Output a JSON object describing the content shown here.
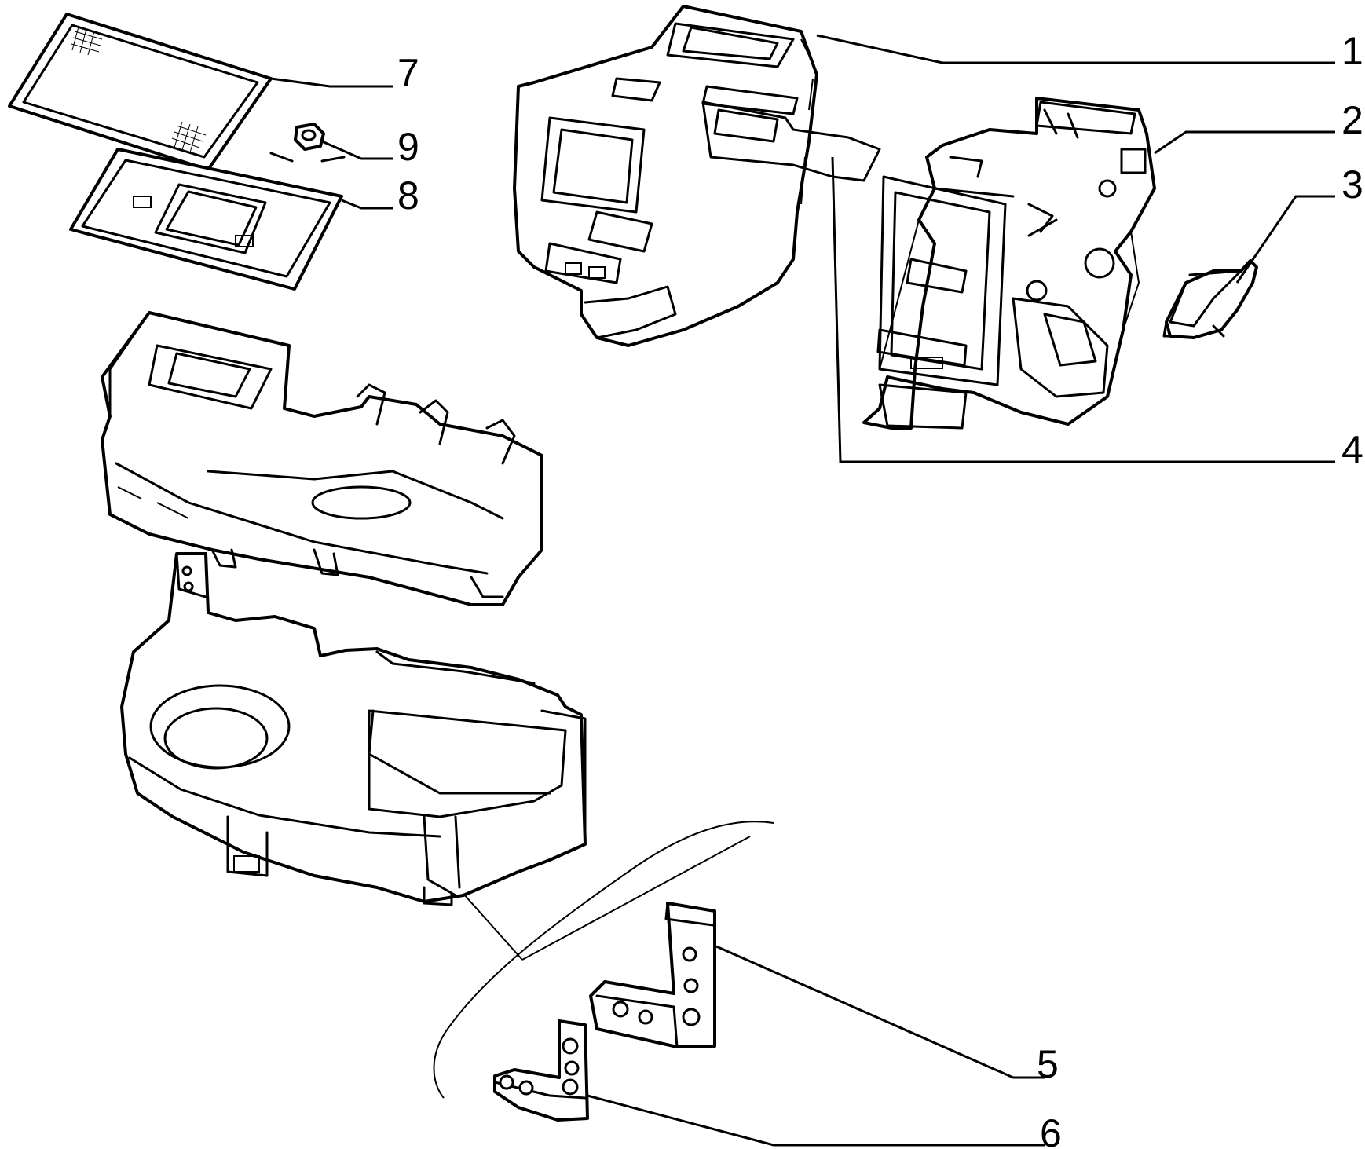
{
  "callouts": [
    {
      "id": "part-1",
      "label": "1"
    },
    {
      "id": "part-2",
      "label": "2"
    },
    {
      "id": "part-3",
      "label": "3"
    },
    {
      "id": "part-4",
      "label": "4"
    },
    {
      "id": "part-5",
      "label": "5"
    },
    {
      "id": "part-6",
      "label": "6"
    },
    {
      "id": "part-7",
      "label": "7"
    },
    {
      "id": "part-8",
      "label": "8"
    },
    {
      "id": "part-9",
      "label": "9"
    }
  ],
  "colors": {
    "line": "#000000",
    "background": "#ffffff"
  }
}
